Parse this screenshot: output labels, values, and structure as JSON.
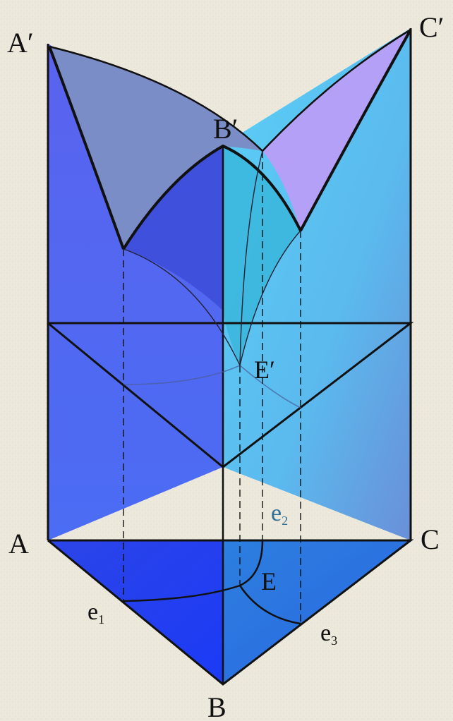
{
  "labels": {
    "A_prime": "A′",
    "B_prime": "B′",
    "C_prime": "C′",
    "E_prime": "E′",
    "A": "A",
    "B": "B",
    "C": "C",
    "E": "E",
    "e1": "e",
    "e1_sub": "1",
    "e2": "e",
    "e2_sub": "2",
    "e3": "e",
    "e3_sub": "3"
  },
  "colors": {
    "background": "#ece9dc",
    "left_face": "#5566f0",
    "right_face": "#4fc6f0",
    "base_left": "#2a3ff0",
    "base_right": "#2f8fe6",
    "surface_AB": "#7a8ec8",
    "surface_BC": "#b5a0f5",
    "surface_left_dark": "#3d4fd8",
    "surface_right_dark": "#3bb0d8",
    "e2_label": "#2f6f96"
  }
}
